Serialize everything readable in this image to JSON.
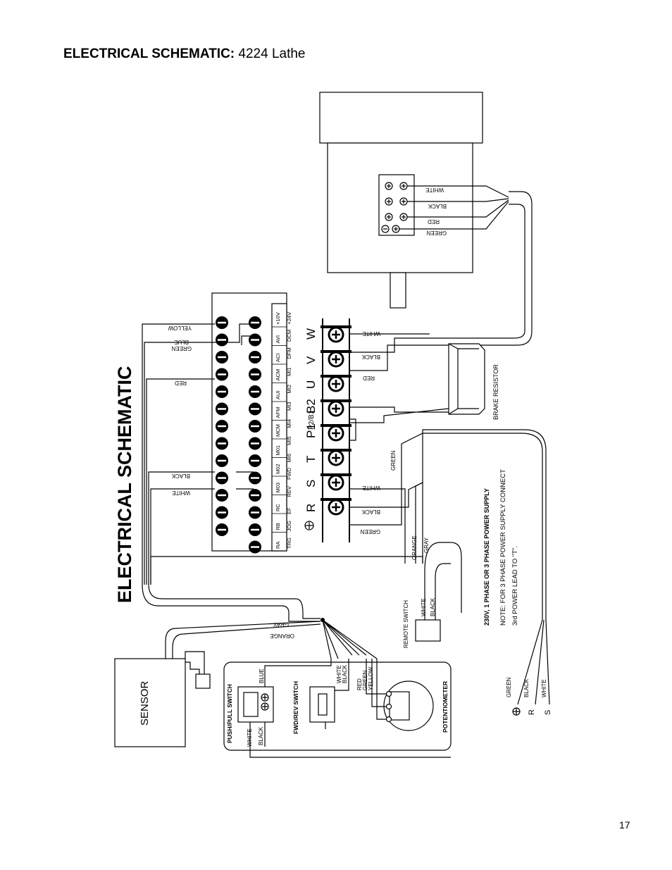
{
  "page": {
    "title_bold": "ELECTRICAL SCHEMATIC:",
    "title_rest": "4224 Lathe",
    "page_number": "17"
  },
  "diagram": {
    "heading": "ELECTRICAL SCHEMATIC",
    "sensor_label": "SENSOR",
    "brake_resistor_label": "BRAKE RESISTOR",
    "remote_switch_label": "REMOTE SWITCH",
    "push_pull_switch_label": "PUSH/PULL SWITCH",
    "fwd_rev_switch_label": "FWD/REV SWITCH",
    "potentiometer_label": "POTENTIOMETER",
    "supply_title": "230V, 1 PHASE OR 3 PHASE POWER SUPPLY",
    "supply_note_1": "NOTE: FOR 3 PHASE POWER SUPPLY CONNECT",
    "supply_note_2": "3rd POWER LEAD TO \"T\".",
    "power_terminals": [
      "R",
      "S",
      "T",
      "P1",
      "B2",
      "U",
      "V",
      "W"
    ],
    "p2b1_label": "P2/B1",
    "control_top_labels": [
      "RA",
      "RB",
      "RC",
      "M03",
      "M02",
      "M01",
      "MCM",
      "AFM",
      "AUI",
      "ACM",
      "ACI",
      "AVI",
      "+10V"
    ],
    "control_bottom_labels": [
      "TRG",
      "JOG",
      "EF",
      "REV",
      "FWD",
      "MI6",
      "MI5",
      "MI4",
      "MI3",
      "MI2",
      "MI1",
      "DFM",
      "DCM",
      "+24V"
    ],
    "supply_leads": [
      "GREEN",
      "BLACK",
      "WHITE"
    ],
    "supply_terminals": [
      "R",
      "S"
    ],
    "wire_labels": {
      "green": "GREEN",
      "black": "BLACK",
      "white": "WHITE",
      "red": "RED",
      "blue": "BLUE",
      "yellow": "YELLOW",
      "orange": "ORANGE",
      "gray": "GRAY"
    }
  }
}
